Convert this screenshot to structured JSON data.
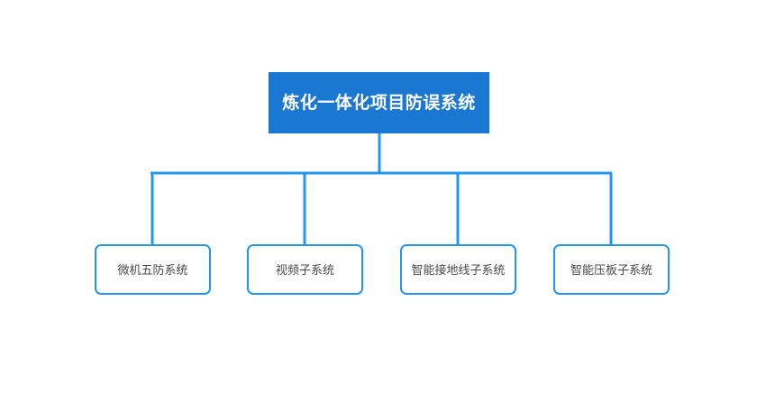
{
  "diagram": {
    "type": "org-tree",
    "background_color": "#ffffff",
    "root": {
      "label": "炼化一体化项目防误系统",
      "fill_color": "#1b78d2",
      "text_color": "#ffffff"
    },
    "children": [
      {
        "label": "微机五防系统"
      },
      {
        "label": "视频子系统"
      },
      {
        "label": "智能接地线子系统"
      },
      {
        "label": "智能压板子系统"
      }
    ],
    "child_style": {
      "fill_color": "#ffffff",
      "border_color": "#2196f3",
      "text_color": "#4a4a4a"
    },
    "connector_color": "#2196f3"
  }
}
